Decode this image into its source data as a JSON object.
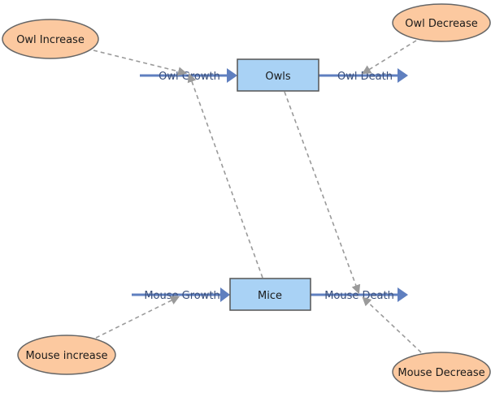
{
  "diagram": {
    "stocks": {
      "owls": "Owls",
      "mice": "Mice"
    },
    "flows": {
      "owl_growth": "Owl Growth",
      "owl_death": "Owl Death",
      "mouse_growth": "Mouse Growth",
      "mouse_death": "Mouse Death"
    },
    "variables": {
      "owl_increase": "Owl Increase",
      "owl_decrease": "Owl Decrease",
      "mouse_increase": "Mouse increase",
      "mouse_decrease": "Mouse Decrease"
    },
    "colors": {
      "stock_fill": "#a9d2f5",
      "stock_border": "#555555",
      "variable_fill": "#fcc9a0",
      "variable_border": "#666666",
      "flow": "#5f7fbf",
      "link": "#9a9a9a"
    }
  }
}
